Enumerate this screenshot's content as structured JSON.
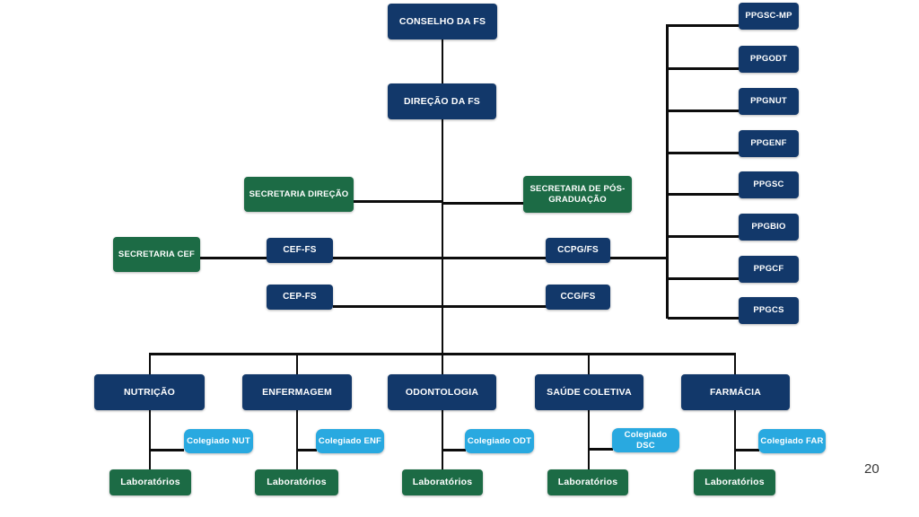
{
  "page_number": "20",
  "colors": {
    "navy": "#12386A",
    "green": "#1C6B45",
    "light_blue": "#29A9E0",
    "line": "#0C0C0C",
    "background": "#FFFFFF"
  },
  "org_chart": {
    "conselho": "CONSELHO DA FS",
    "direcao": "DIREÇÃO DA FS",
    "secretaria_direcao": "SECRETARIA DIREÇÃO",
    "secretaria_pos_graduacao": "SECRETARIA DE PÓS-GRADUAÇÃO",
    "secretaria_cef": "SECRETARIA CEF",
    "cef_fs": "CEF-FS",
    "cep_fs": "CEP-FS",
    "ccpg_fs": "CCPG/FS",
    "ccg_fs": "CCG/FS",
    "ppg_programs": [
      "PPGSC-MP",
      "PPGODT",
      "PPGNUT",
      "PPGENF",
      "PPGSC",
      "PPGBIO",
      "PPGCF",
      "PPGCS"
    ],
    "departments": [
      {
        "name": "NUTRIÇÃO",
        "colegiado": "Colegiado NUT",
        "laboratorios": "Laboratórios"
      },
      {
        "name": "ENFERMAGEM",
        "colegiado": "Colegiado ENF",
        "laboratorios": "Laboratórios"
      },
      {
        "name": "ODONTOLOGIA",
        "colegiado": "Colegiado ODT",
        "laboratorios": "Laboratórios"
      },
      {
        "name": "SAÚDE COLETIVA",
        "colegiado": "Colegiado DSC",
        "laboratorios": "Laboratórios"
      },
      {
        "name": "FARMÁCIA",
        "colegiado": "Colegiado FAR",
        "laboratorios": "Laboratórios"
      }
    ]
  }
}
